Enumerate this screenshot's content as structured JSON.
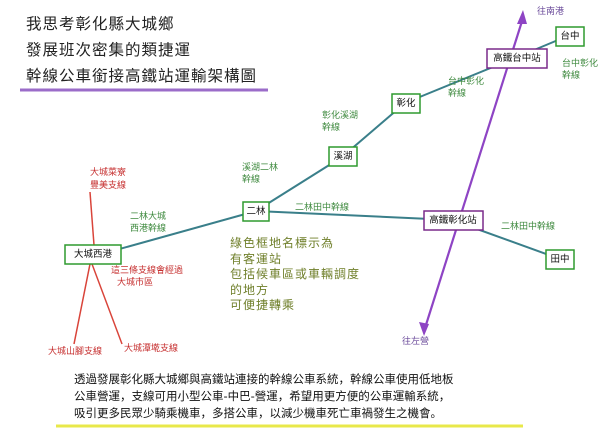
{
  "title": {
    "line1": "我思考彰化縣大城鄉",
    "line2": "發展班次密集的類捷運",
    "line3": "幹線公車銜接高鐵站運輸架構圖"
  },
  "stations": {
    "dacheng_xigang": "大城西港",
    "erlin": "二林",
    "xihu": "溪湖",
    "changhua": "彰化",
    "hsr_taichung": "高鐵台中站",
    "taichung": "台中",
    "hsr_changhua": "高鐵彰化站",
    "tianzhong": "田中"
  },
  "route_labels": {
    "erlin_dacheng": [
      "二林大城",
      "西港幹線"
    ],
    "xihu_erlin": [
      "溪湖二林",
      "幹線"
    ],
    "changhua_xihu": [
      "彰化溪湖",
      "幹線"
    ],
    "taichung_changhua": [
      "台中彰化",
      "幹線"
    ],
    "taichung_changhua_right": [
      "台中彰化",
      "幹線"
    ],
    "erlin_tianzhong": "二林田中幹線",
    "erlin_tianzhong_right": "二林田中幹線"
  },
  "branches": {
    "caiyuan": [
      "大城菜寮",
      "豐美支線"
    ],
    "shanjiao": "大城山腳支線",
    "tanqing": "大城潭墘支線",
    "via_note": [
      "這三條支線會經過",
      "大城市區"
    ]
  },
  "hsr": {
    "north": "往南港",
    "south": "往左營"
  },
  "note": [
    "綠色框地名標示為",
    "有客運站",
    "包括候車區或車輛調度",
    "的地方",
    "可便捷轉乘"
  ],
  "description": [
    "透過發展彰化縣大城鄉與高鐵站連接的幹線公車系統，幹線公車使用低地板",
    "公車營運，支線可用小型公車-中巴-營運，希望用更方便的公車運輸系統，",
    "吸引更多民眾少騎乘機車，多搭公車，以減少機車死亡車禍發生之機會。"
  ],
  "colors": {
    "route_line": "#3a7f8a",
    "station_border": "#2f9a2f",
    "hsr_line": "#8e44c4",
    "branch_line": "#d9443a",
    "title_underline": "#9b6cc9",
    "description_underline": "#e8e84a"
  }
}
